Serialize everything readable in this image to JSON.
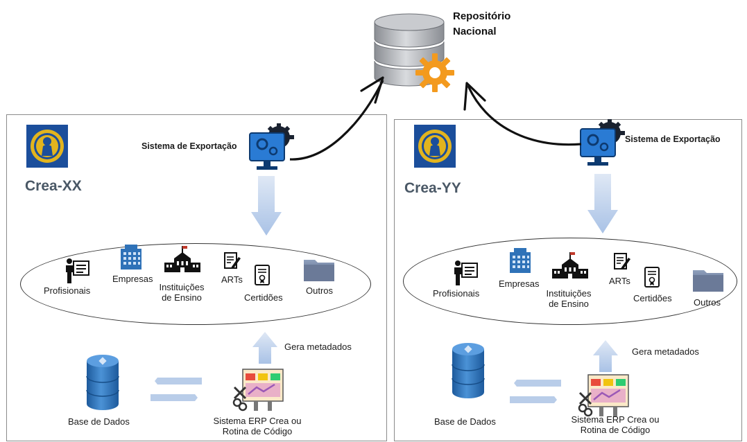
{
  "repository": {
    "title_line1": "Repositório",
    "title_line2": "Nacional",
    "icon": "database-gear-icon"
  },
  "left": {
    "org": "Crea-XX",
    "export_system": "Sistema de Exportação",
    "categories": {
      "profissionais": "Profisionais",
      "empresas": "Empresas",
      "instituicoes_1": "Instituições",
      "instituicoes_2": "de Ensino",
      "arts": "ARTs",
      "certidoes": "Certidões",
      "outros": "Outros"
    },
    "gera_metadados": "Gera metadados",
    "base_dados": "Base de Dados",
    "erp_line1": "Sistema ERP Crea ou",
    "erp_line2": "Rotina de Código"
  },
  "right": {
    "org": "Crea-YY",
    "export_system": "Sistema de Exportação",
    "categories": {
      "profissionais": "Profisionais",
      "empresas": "Empresas",
      "instituicoes_1": "Instituições",
      "instituicoes_2": "de Ensino",
      "arts": "ARTs",
      "certidoes": "Certidões",
      "outros": "Outros"
    },
    "gera_metadados": "Gera metadados",
    "base_dados": "Base de Dados",
    "erp_line1": "Sistema ERP Crea ou",
    "erp_line2": "Rotina de Código"
  },
  "colors": {
    "arrow_fill": "#b9cde9",
    "db_blue": "#2f72b8",
    "monitor_blue": "#2a7bd4",
    "gear_orange": "#f39a1e",
    "crea_blue": "#1b4e9b",
    "crea_gold": "#e2b41e"
  }
}
